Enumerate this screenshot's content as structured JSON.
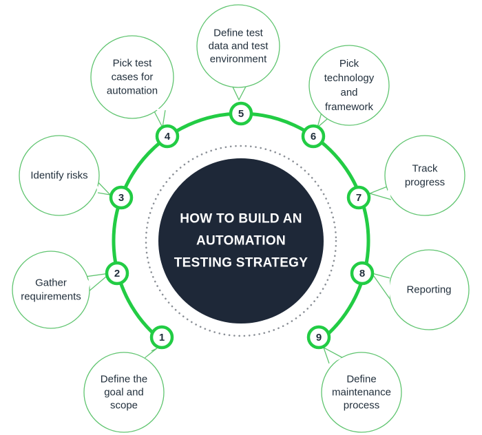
{
  "center": {
    "lines": [
      "HOW TO BUILD AN",
      "AUTOMATION",
      "TESTING STRATEGY"
    ]
  },
  "colors": {
    "accent": "#22cc44",
    "bubble_stroke": "#5fc46f",
    "center_fill": "#1e2838",
    "text": "#1f2d3a",
    "dots": "#8a8f96"
  },
  "steps": [
    {
      "number": "1",
      "lines": [
        "Define the",
        "goal and",
        "scope"
      ]
    },
    {
      "number": "2",
      "lines": [
        "Gather",
        "requirements"
      ]
    },
    {
      "number": "3",
      "lines": [
        "Identify risks"
      ]
    },
    {
      "number": "4",
      "lines": [
        "Pick test",
        "cases for",
        "automation"
      ]
    },
    {
      "number": "5",
      "lines": [
        "Define test",
        "data and test",
        "environment"
      ]
    },
    {
      "number": "6",
      "lines": [
        "Pick",
        "technology",
        "and",
        "framework"
      ]
    },
    {
      "number": "7",
      "lines": [
        "Track",
        "progress"
      ]
    },
    {
      "number": "8",
      "lines": [
        "Reporting"
      ]
    },
    {
      "number": "9",
      "lines": [
        "Define",
        "maintenance",
        "process"
      ]
    }
  ]
}
